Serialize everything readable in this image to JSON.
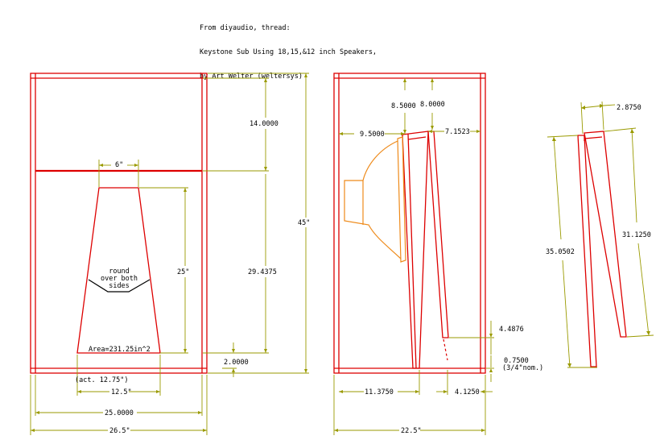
{
  "header": {
    "lines": [
      "From diyaudio, thread:",
      "Keystone Sub Using 18,15,&12 inch Speakers,",
      "by Art Welter (weltersys)"
    ]
  },
  "front_view": {
    "dims": {
      "top_section": "14.0000",
      "port_top_width": "6\"",
      "port_height": "25\"",
      "lower_section": "29.4375",
      "total_height": "45\"",
      "bottom_gap": "2.0000",
      "port_bottom_actual": "(act. 12.75\")",
      "port_bottom_width": "12.5\"",
      "inner_width": "25.0000",
      "outer_width": "26.5\""
    },
    "notes": {
      "round_over": [
        "round",
        "over both",
        "sides"
      ],
      "area": "Area=231.25in^2"
    }
  },
  "side_view": {
    "dims": {
      "d_8_5": "8.5000",
      "d_8_0": "8.0000",
      "d_9_5": "9.5000",
      "d_7_15": "7.1523",
      "d_4_49": "4.4876",
      "d_0_75": "0.7500",
      "d_nominal": "(3/4\"nom.)",
      "d_11_375": "11.3750",
      "d_4_125": "4.1250",
      "d_22_5": "22.5\""
    }
  },
  "panel_view": {
    "dims": {
      "top": "2.8750",
      "long": "35.0502",
      "short": "31.1250"
    }
  }
}
